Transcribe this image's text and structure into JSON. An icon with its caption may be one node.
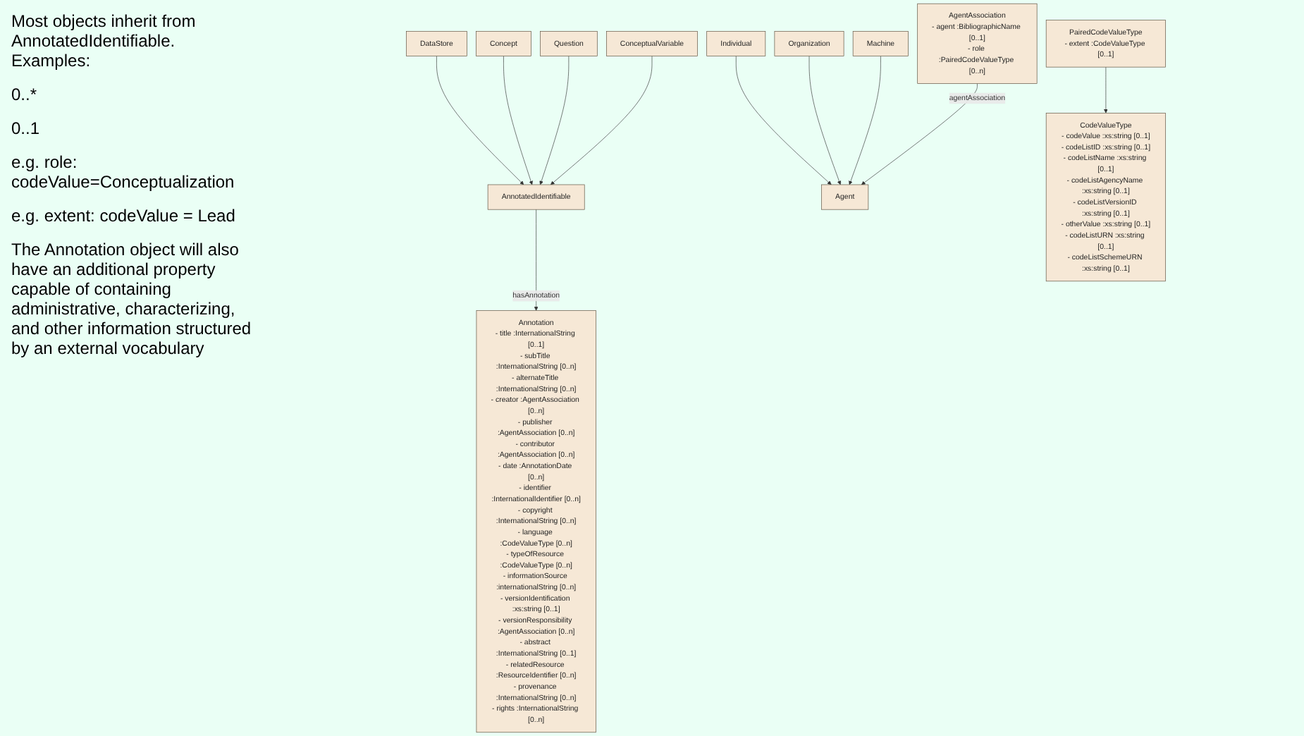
{
  "diagram": {
    "nodes": [
      {
        "text": [
          "DataStore"
        ]
      },
      {
        "text": [
          "Concept"
        ]
      },
      {
        "text": [
          "AnnotatedIdentifiable"
        ]
      },
      {
        "text": [
          "Question"
        ]
      },
      {
        "text": [
          "ConceptualVariable"
        ]
      },
      {
        "text": [
          "Annotation",
          "- title :InternationalString [0..1]",
          "- subTitle :InternationalString [0..n]",
          "- alternateTitle :InternationalString [0..n]",
          "- creator :AgentAssociation [0..n]",
          "- publisher :AgentAssociation [0..n]",
          "- contributor :AgentAssociation [0..n]",
          "- date :AnnotationDate [0..n]",
          "- identifier :InternationalIdentifier [0..n]",
          "- copyright :InternationalString [0..n]",
          "- language :CodeValueType [0..n]",
          "- typeOfResource :CodeValueType [0..n]",
          "- informationSource :internationalString [0..n]",
          "- versionIdentification :xs:string [0..1]",
          "- versionResponsibility :AgentAssociation [0..n]",
          "- abstract :InternationalString [0..1]",
          "- relatedResource :ResourceIdentifier [0..n]",
          "- provenance :InternationalString [0..n]",
          "- rights :InternationalString [0..n]"
        ]
      },
      {
        "text": [
          "Agent"
        ]
      },
      {
        "text": [
          "Individual"
        ]
      },
      {
        "text": [
          "Organization"
        ]
      },
      {
        "text": [
          "Machine"
        ]
      },
      {
        "text": [
          "AgentAssociation",
          "- agent :BibliographicName [0..1]",
          "- role :PairedCodeValueType [0..n]"
        ]
      },
      {
        "text": [
          "PairedCodeValueType",
          "- extent :CodeValueType [0..1]"
        ]
      },
      {
        "text": [
          "CodeValueType",
          "- codeValue :xs:string [0..1]",
          "- codeListID :xs:string [0..1]",
          "- codeListName :xs:string [0..1]",
          "- codeListAgencyName :xs:string [0..1]",
          "- codeListVersionID :xs:string [0..1]",
          "- otherValue :xs:string [0..1]",
          "- codeListURN :xs:string [0..1]",
          "- codeListSchemeURN :xs:string [0..1]"
        ]
      }
    ],
    "edges": [
      {
        "from": 0,
        "to": 2,
        "arrow": "to"
      },
      {
        "from": 1,
        "to": 2,
        "arrow": "to"
      },
      {
        "from": 3,
        "to": 2,
        "arrow": "to"
      },
      {
        "from": 4,
        "to": 2,
        "arrow": "to"
      },
      {
        "from": 2,
        "to": 5,
        "arrow": "to",
        "label": "hasAnnotation"
      },
      {
        "from": 7,
        "to": 6,
        "arrow": "to"
      },
      {
        "from": 8,
        "to": 6,
        "arrow": "to"
      },
      {
        "from": 9,
        "to": 6,
        "arrow": "to"
      },
      {
        "from": 10,
        "to": 6,
        "arrow": "to",
        "label": "agentAssociation"
      },
      {
        "from": 11,
        "to": 12,
        "arrow": "to"
      }
    ],
    "labels": [
      "Most objects inherit from AnnotatedIdentifiable. Examples:",
      "0..*",
      "0..1",
      "e.g. role: codeValue=Conceptualization",
      "e.g. extent: codeValue = Lead",
      "The Annotation object will also have an additional property capable of containing administrative, characterizing, and other information structured by an external vocabulary"
    ]
  }
}
